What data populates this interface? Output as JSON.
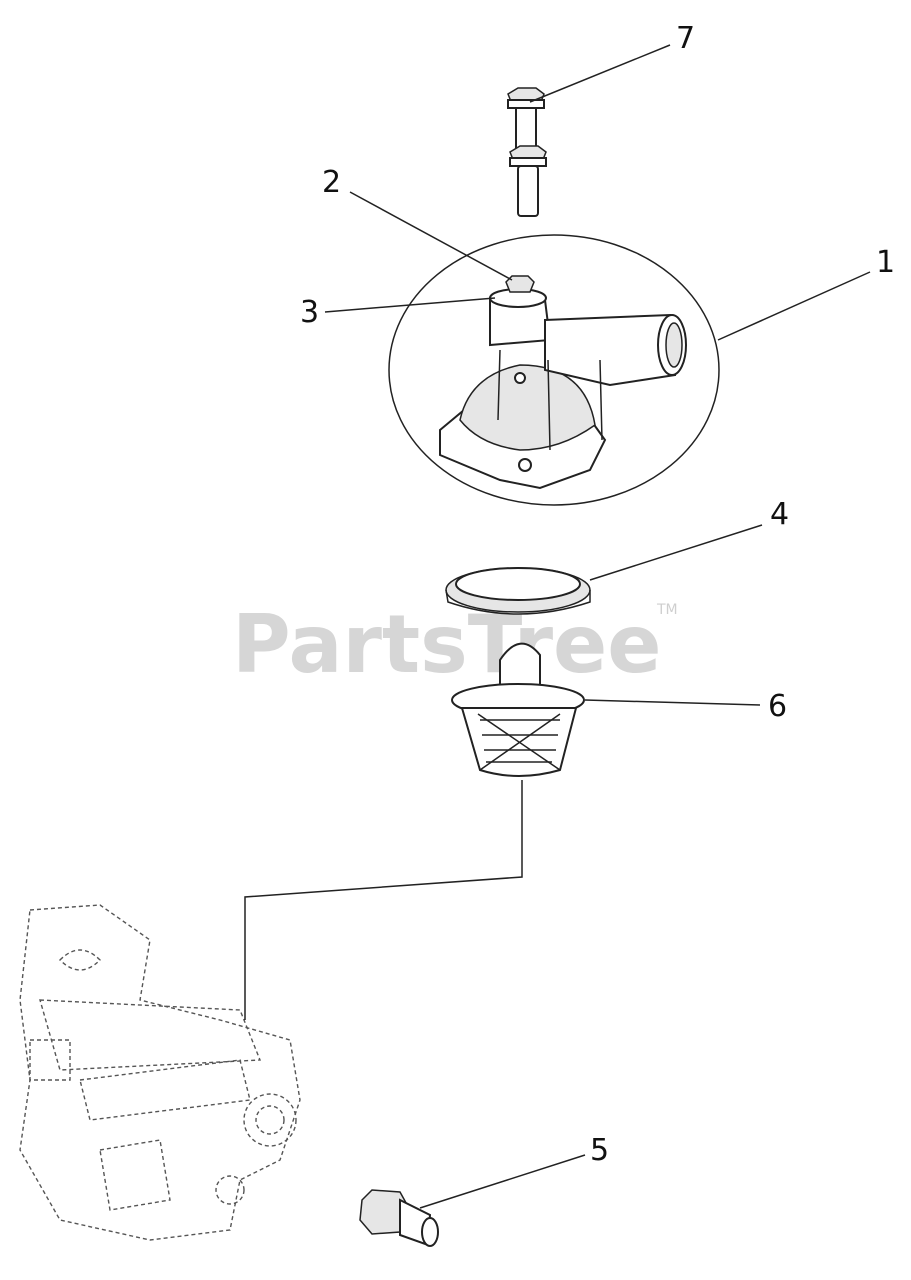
{
  "diagram": {
    "callouts": [
      {
        "id": "1",
        "label": "1"
      },
      {
        "id": "2",
        "label": "2"
      },
      {
        "id": "3",
        "label": "3"
      },
      {
        "id": "4",
        "label": "4"
      },
      {
        "id": "5",
        "label": "5"
      },
      {
        "id": "6",
        "label": "6"
      },
      {
        "id": "7",
        "label": "7"
      }
    ],
    "watermark": {
      "text": "PartsTree",
      "trademark": "TM"
    }
  }
}
